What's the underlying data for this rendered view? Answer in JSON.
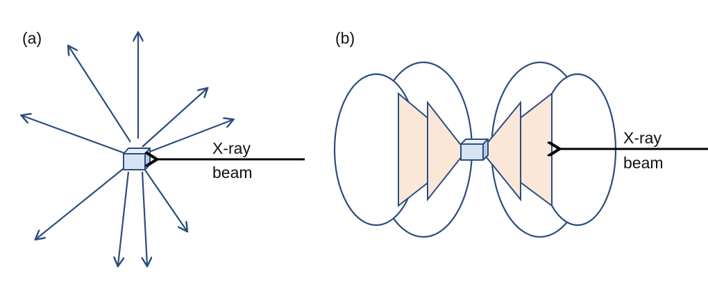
{
  "panels": [
    {
      "label": "(a)",
      "beam_label_line1": "X-ray",
      "beam_label_line2": "beam"
    },
    {
      "label": "(b)",
      "beam_label_line1": "X-ray",
      "beam_label_line2": "beam"
    }
  ],
  "colors": {
    "stroke_blue": "#2a4c7d",
    "crystal_face": "#d6e3f3",
    "crystal_side": "#b9cde6",
    "cone_fill": "#fbe7d8",
    "beam_black": "#000000"
  }
}
